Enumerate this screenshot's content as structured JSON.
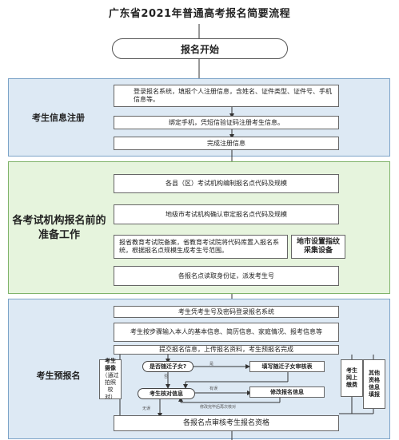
{
  "title": "广东省2021年普通高考报名简要流程",
  "start": "报名开始",
  "sections": {
    "s1": "考生信息注册",
    "s2": "各考试机构报名前的准备工作",
    "s3": "考生预报名"
  },
  "s1": {
    "b1": "登录报名系统，填报个人注册信息，含姓名、证件类型、证件号、手机信息等。",
    "b2": "绑定手机，凭短信验证码注册考生信息。",
    "b3": "完成注册信息"
  },
  "s2": {
    "b1": "各县（区）考试机构编制报名点代码及规模",
    "b2": "地级市考试机构确认审定报名点代码及规模",
    "b3": "报省教育考试院备案，省教育考试院将代码库置入报名系统，根据报名点规模生成考生号范围。",
    "b4": "地市设置指纹采集设备",
    "b5": "各报名点读取身份证，派发考生号"
  },
  "s3": {
    "b1": "考生凭考生号及密码登录报名系统",
    "b2": "考生按步骤输入本人的基本信息、简历信息、家庭情况、报考信息等",
    "b3": "提交报名信息，上传报名资料，考生预报名完成",
    "left": [
      "考生",
      "摄像",
      "（通过",
      "拍照",
      "校",
      "对）"
    ],
    "d1": "是否随迁子女?",
    "yes": "是",
    "b4": "填写随迁子女审核表",
    "d2": "考生核对信息",
    "no": "否",
    "b5": "修改报名信息",
    "note1": "有误",
    "note2": "修改完毕后再次核对",
    "note3": "无误",
    "r1": [
      "考生",
      "网上",
      "缴费"
    ],
    "r2": [
      "其他",
      "资格",
      "信息",
      "填报"
    ],
    "bottom": "各报名点审核考生报名资格"
  }
}
